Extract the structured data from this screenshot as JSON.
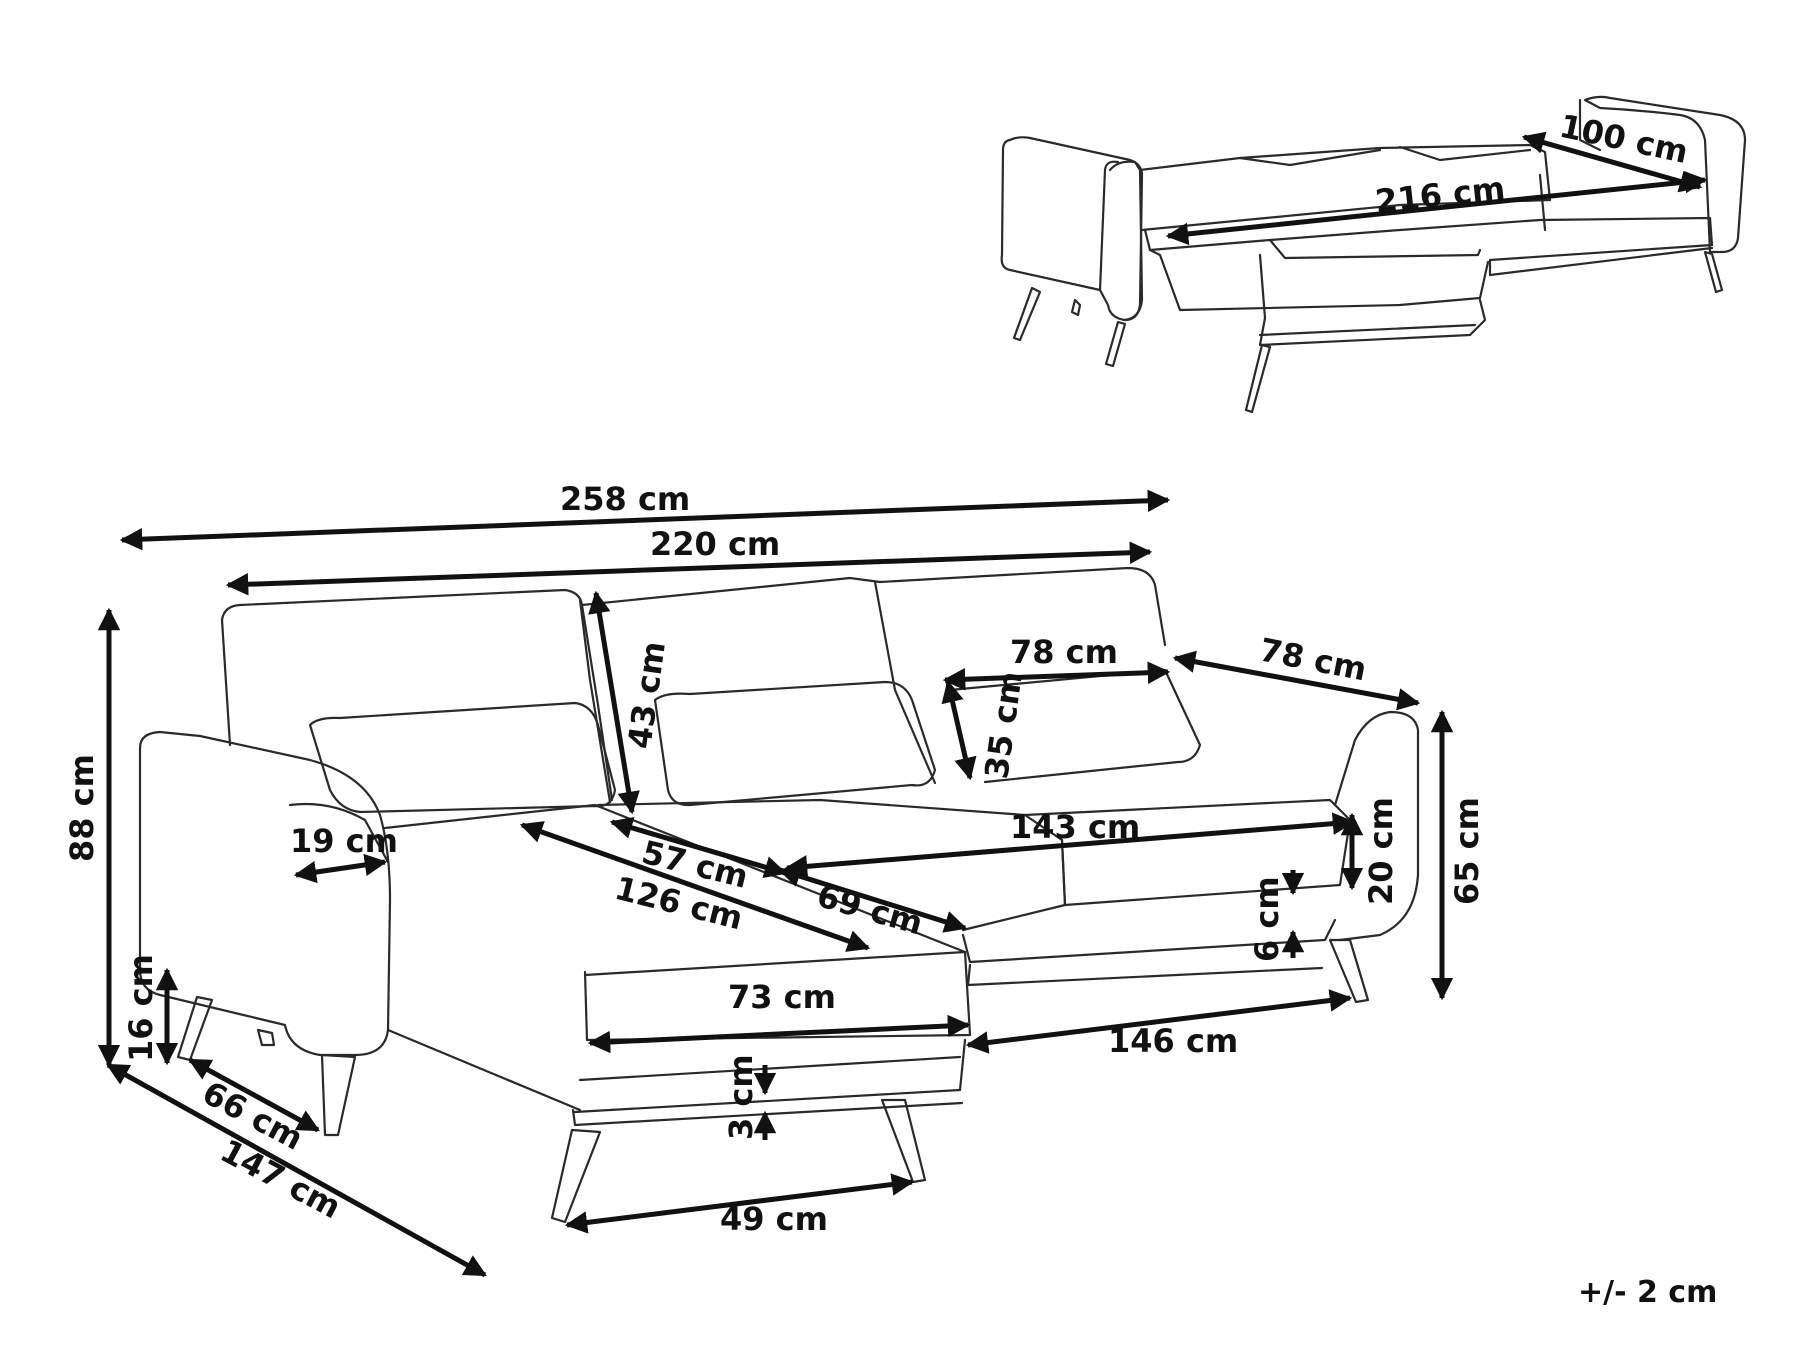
{
  "bed_view": {
    "width_label": "100 cm",
    "length_label": "216 cm"
  },
  "sofa_view": {
    "total_width": "258 cm",
    "inner_width": "220 cm",
    "back_cushion_height": "43 cm",
    "seat_depth_right": "78 cm",
    "backrest_depth": "35 cm",
    "right_depth": "78 cm",
    "armrest_width": "19 cm",
    "cushion_width_57": "57 cm",
    "chaise_length": "126 cm",
    "seat_depth_69": "69 cm",
    "seat_width_143": "143 cm",
    "right_height": "65 cm",
    "armrest_height": "20 cm",
    "base_thickness_right": "6 cm",
    "total_height": "88 cm",
    "leg_height": "16 cm",
    "chaise_width": "73 cm",
    "base_thickness_chaise": "3 cm",
    "chaise_leg_spacing": "66 cm",
    "chaise_depth": "147 cm",
    "leg_span_146": "146 cm",
    "chaise_front_legs": "49 cm"
  },
  "tolerance": "+/- 2 cm"
}
